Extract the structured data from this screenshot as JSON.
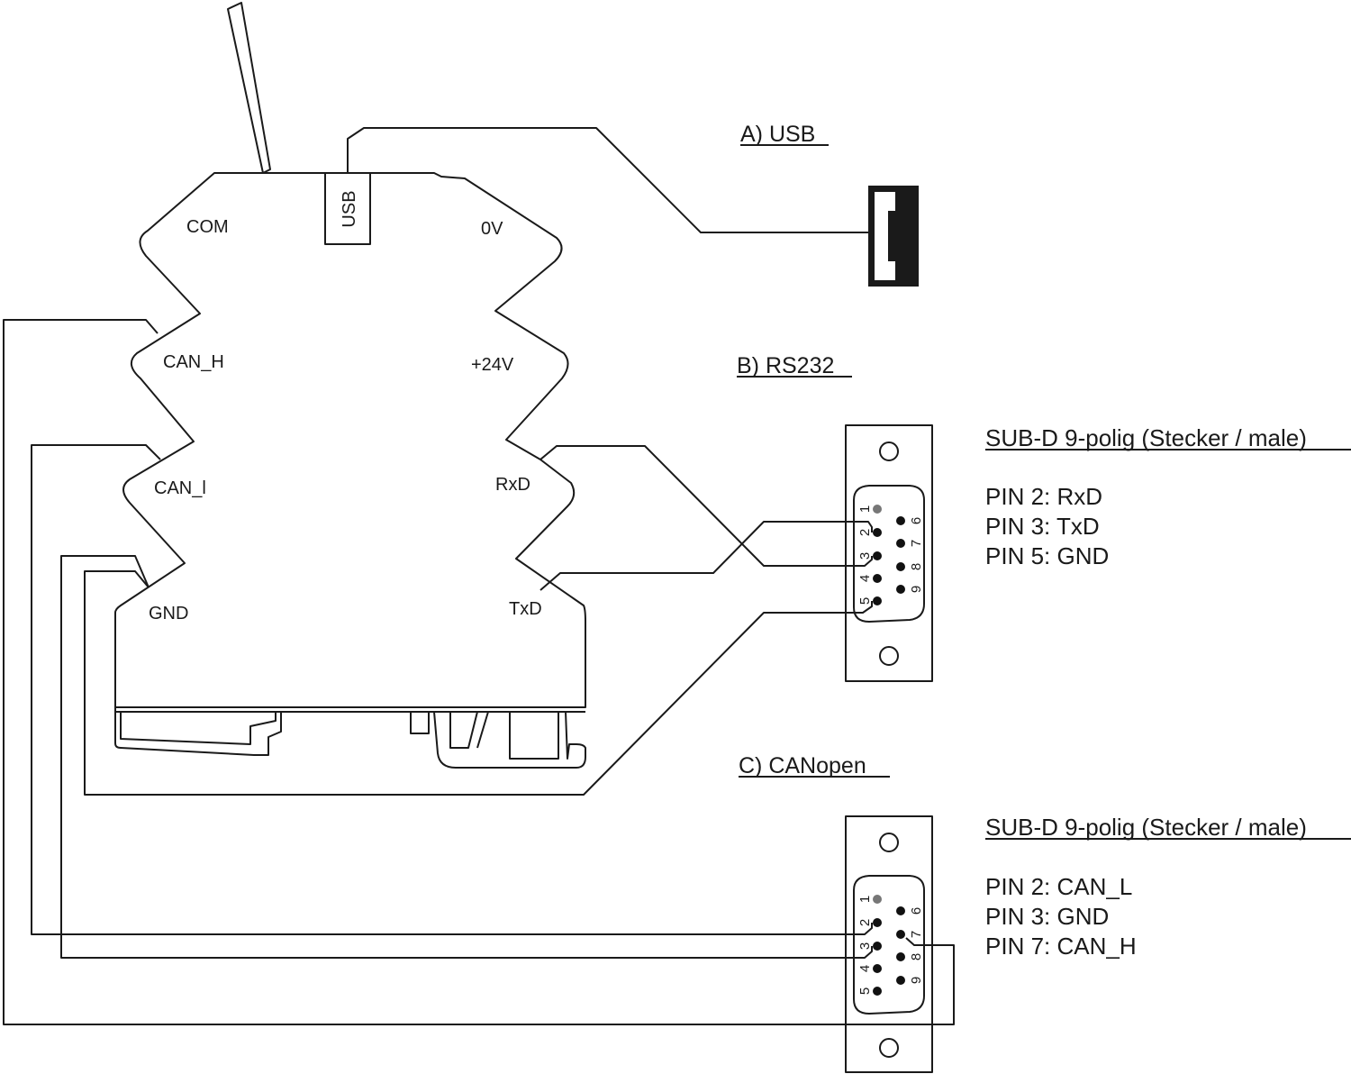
{
  "module": {
    "terminals": {
      "com": "COM",
      "usb": "USB",
      "zero_v": "0V",
      "can_h": "CAN_H",
      "plus24v": "+24V",
      "can_l": "CAN_l",
      "rxd": "RxD",
      "gnd": "GND",
      "txd": "TxD"
    }
  },
  "sections": {
    "usb": "A) USB",
    "rs232": "B) RS232",
    "canopen": "C) CANopen"
  },
  "rs232_connector": {
    "title": "SUB-D 9-polig (Stecker / male)",
    "pins": [
      "PIN 2: RxD",
      "PIN 3: TxD",
      "PIN 5: GND"
    ]
  },
  "canopen_connector": {
    "title": "SUB-D 9-polig (Stecker / male)",
    "pins": [
      "PIN 2: CAN_L",
      "PIN 3: GND",
      "PIN 7: CAN_H"
    ]
  },
  "pin_numbers": [
    "1",
    "2",
    "3",
    "4",
    "5",
    "6",
    "7",
    "8",
    "9"
  ],
  "colors": {
    "line": "#1a1a1a",
    "background": "#ffffff"
  }
}
